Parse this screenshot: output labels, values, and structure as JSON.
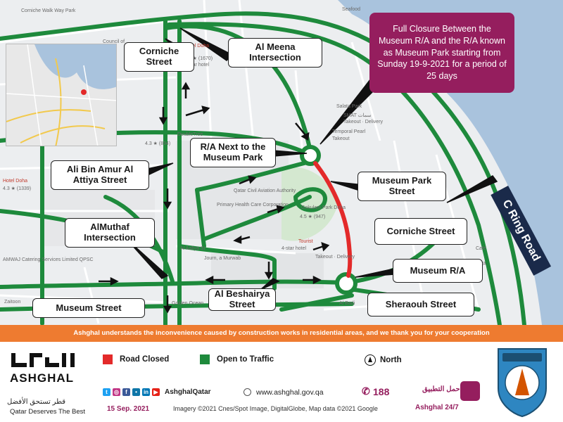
{
  "notice": {
    "text": "Full Closure Between the Museum R/A and the R/A known as Museum Park starting from Sunday 19-9-2021 for a period of 25 days"
  },
  "callouts": {
    "corniche_street_top": "Corniche Street",
    "al_meena_intersection": "Al Meena Intersection",
    "ra_next_museum_park": "R/A Next to the Museum Park",
    "ali_bin_amur": "Ali Bin Amur Al Attiya Street",
    "almuthaf_intersection": "AlMuthaf Intersection",
    "museum_park_street": "Museum Park Street",
    "corniche_street_right": "Corniche Street",
    "museum_ra": "Museum R/A",
    "al_beshairya_street": "Al Beshairya Street",
    "sheraouh_street": "Sheraouh Street",
    "museum_street": "Museum Street",
    "c_ring_road": "C Ring Road"
  },
  "map_labels": {
    "corniche_walk_way": "Corniche Walk Way Park",
    "seafood": "Seafood",
    "council": "Council of",
    "hotel_doha_1": "Hotel Doha",
    "hotel_doha_rating": "4.3 ★ (1670)",
    "four_star_1": "4-star hotel",
    "salata_park": "Salata Park",
    "smat": "SMAT سمات",
    "smat_sub": "Takeout · Delivery",
    "temporal_pearl": "Temporal Pearl",
    "temporal_sub": "Takeout",
    "doubletree": "DoubleTree",
    "doubletree_rating": "4.3 ★ (894)",
    "qatar_civil_aviation": "Qatar Civil Aviation Authority",
    "primary_health": "Primary Health Care Corporation",
    "gokulam": "Gokulam Park Doha",
    "gokulam_rating": "4.5 ★ (947)",
    "tourist": "Tourist",
    "tourist_sub": "Takeout · Delivery",
    "four_star_2": "4-star hotel",
    "hotel_doha_2": "Hotel Doha",
    "hotel_doha_2_rating": "4.3 ★ (1339)",
    "amwaj": "AMWAJ Catering Services Limited QPSC",
    "al_aaliya": "Al Aaliya St",
    "journ": "Journ, a Murwab",
    "golden_ocean": "Golden Ocean",
    "zaitoon": "Zaitoon",
    "al_badi": "Al Badi",
    "cafe": "Café",
    "wadwa": "WADWA"
  },
  "banner": {
    "text": "Ashghal understands the inconvenience caused by construction works in residential areas, and we thank you for your cooperation"
  },
  "legend": {
    "road_closed": "Road Closed",
    "open_to_traffic": "Open to Traffic",
    "north": "North"
  },
  "footer": {
    "tagline_ar": "قطر تستحق الأفضل",
    "tagline_en": "Qatar Deserves The Best",
    "date": "15 Sep. 2021",
    "handle": "AshghalQatar",
    "website": "www.ashghal.gov.qa",
    "phone": "188",
    "app_ar": "حمل التطبيق",
    "app_en": "Ashghal 24/7",
    "imagery": "Imagery ©2021 Cnes/Spot Image, DigitalGlobe, Map data ©2021 Google",
    "logo_word": "ASHGHAL"
  },
  "colors": {
    "road_open": "#1e8a3c",
    "road_closed": "#e32a2a",
    "notice_bg": "#951e5e",
    "banner_bg": "#ee7b30",
    "water": "#a9c3dd",
    "map_bg": "#eceef0"
  },
  "icons": {
    "north": "north-arrow-icon",
    "phone": "phone-icon",
    "web": "globe-icon"
  }
}
